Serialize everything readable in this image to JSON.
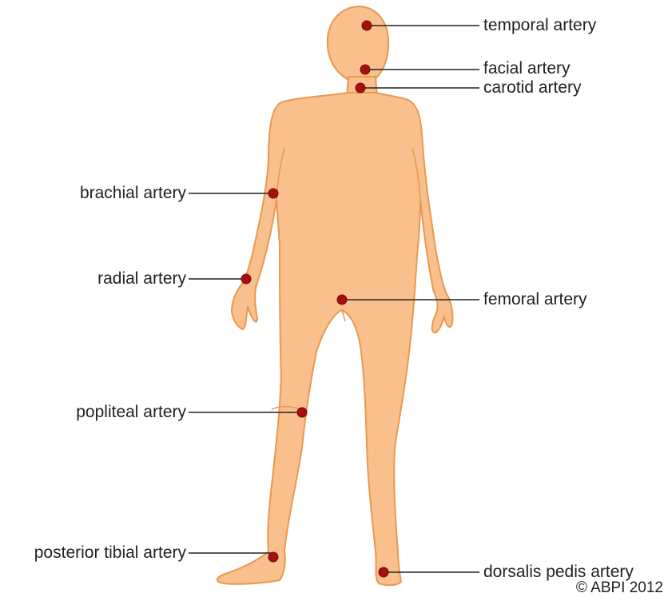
{
  "diagram": {
    "colors": {
      "skin_fill": "#f9c08e",
      "skin_outline": "#e9984f",
      "pulse_point": "#a50f0f",
      "leader_line": "#222222",
      "text": "#222222"
    },
    "labels": {
      "temporal": "temporal artery",
      "facial": "facial artery",
      "carotid": "carotid artery",
      "brachial": "brachial artery",
      "radial": "radial artery",
      "femoral": "femoral artery",
      "popliteal": "popliteal artery",
      "posterior_tibial": "posterior tibial artery",
      "dorsalis_pedis": "dorsalis pedis artery"
    },
    "copyright": "© ABPI 2012"
  }
}
